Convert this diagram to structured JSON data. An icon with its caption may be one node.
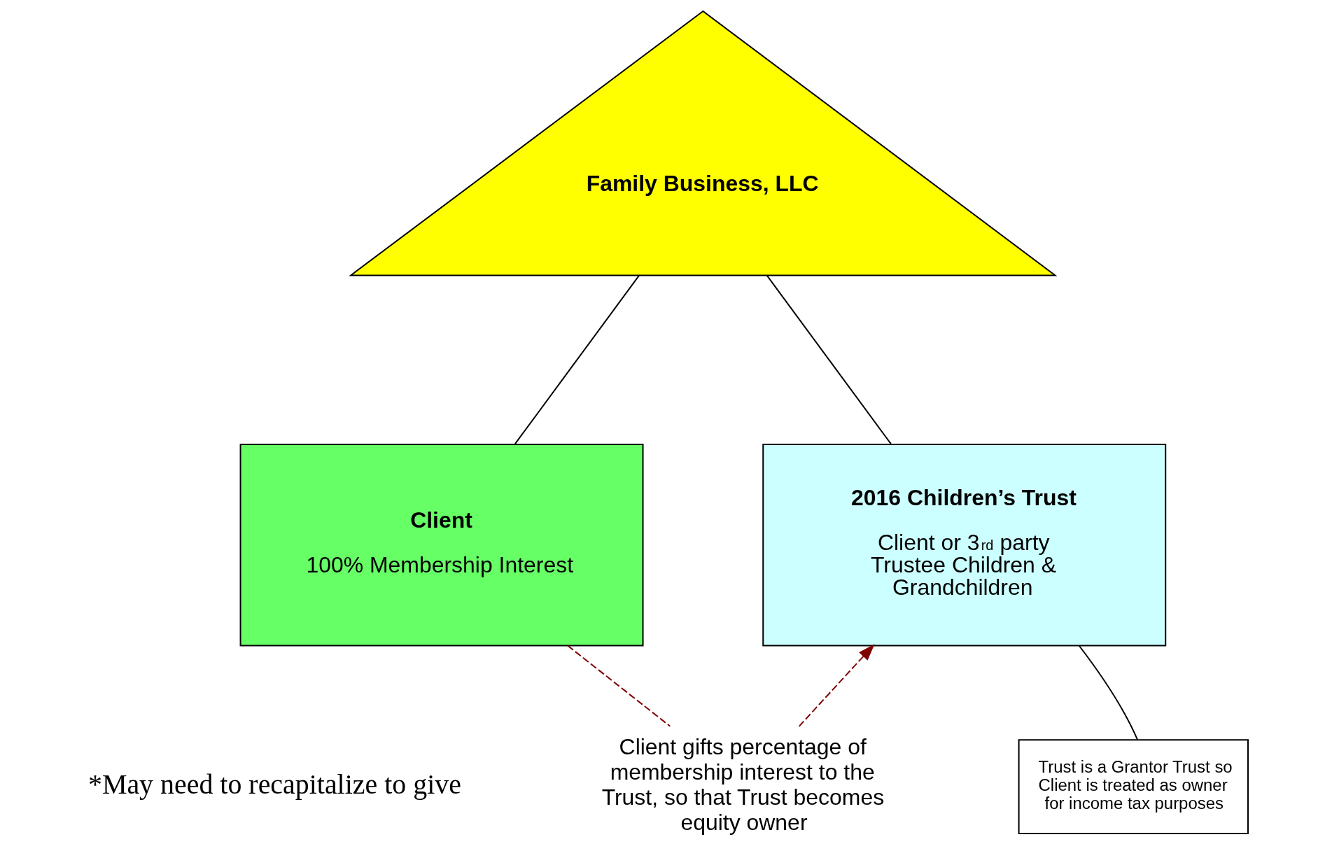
{
  "diagram": {
    "nodes": [
      {
        "text": [
          "Family Business, LLC"
        ]
      },
      {
        "text": [
          "Client",
          "100% Membership Interest"
        ]
      },
      {
        "text": [
          "2016 Children’s Trust",
          "Client or 3$^{rd}$ party Trustee Children & Grandchildren"
        ]
      },
      {
        "text": [
          "Client gifts percentage of membership interest to the Trust, so that Trust becomes equity owner"
        ]
      },
      {
        "text": [
          "Trust is a Grantor Trust so Client is treated as owner for income tax purposes"
        ]
      }
    ],
    "edges": [
      {
        "from": 0,
        "to": 1,
        "arrow": "none"
      },
      {
        "from": 0,
        "to": 2,
        "arrow": "none"
      },
      {
        "from": 1,
        "to": 3,
        "arrow": "none",
        "style": "dashed",
        "color": "#800000"
      },
      {
        "from": 3,
        "to": 2,
        "arrow": "to",
        "style": "dashed",
        "color": "#800000"
      },
      {
        "from": 4,
        "to": 2,
        "arrow": "none"
      }
    ],
    "labels": [
      "*May need to recapitalize to give"
    ]
  }
}
